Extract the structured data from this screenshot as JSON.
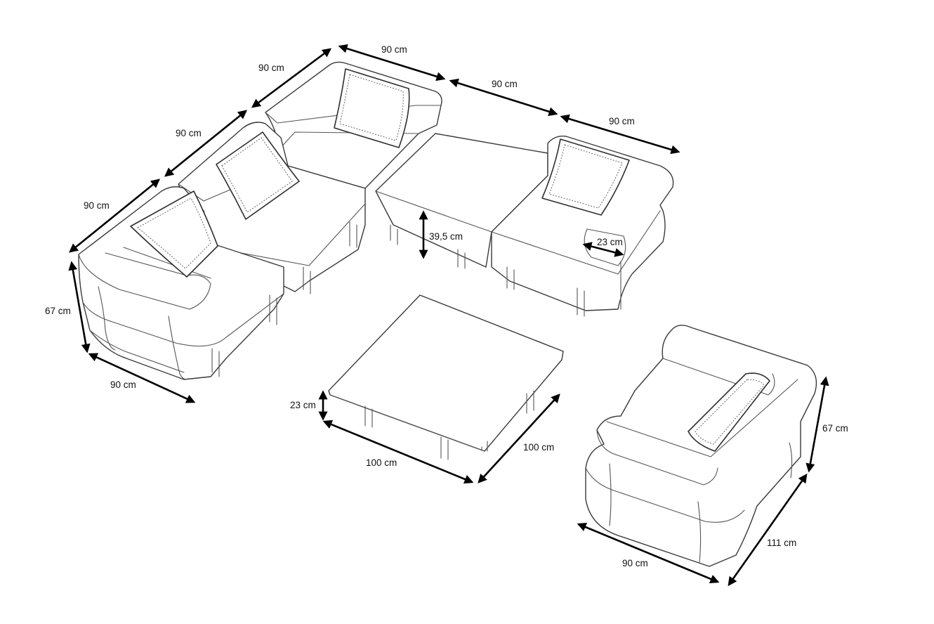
{
  "diagram": {
    "labels": {
      "top_back_1": "90 cm",
      "top_back_2": "90 cm",
      "top_back_3": "90 cm",
      "left_side_1": "90 cm",
      "left_side_2": "90 cm",
      "left_side_3": "90 cm",
      "sofa_height": "67 cm",
      "sofa_depth": "90 cm",
      "ottoman_height": "39,5 cm",
      "armrest_width": "23 cm",
      "table_height": "23 cm",
      "table_width": "100 cm",
      "table_depth": "100 cm",
      "chair_height": "67 cm",
      "chair_width": "90 cm",
      "chair_depth": "111 cm"
    }
  }
}
